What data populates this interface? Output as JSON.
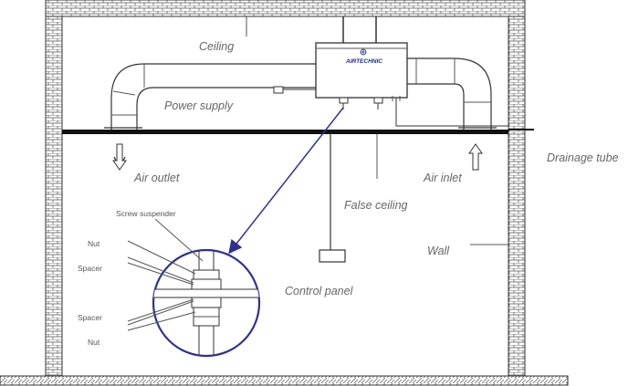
{
  "diagram": {
    "brand": "AIRTECHNIC",
    "labels": {
      "ceiling": "Ceiling",
      "power_supply": "Power supply",
      "air_outlet": "Air outlet",
      "air_inlet": "Air inlet",
      "drainage_tube": "Drainage tube",
      "false_ceiling": "False ceiling",
      "wall": "Wall",
      "control_panel": "Control panel"
    },
    "detail_labels": {
      "screw_suspender": "Screw suspender",
      "nut_top": "Nut",
      "spacer_top": "Spacer",
      "spacer_bottom": "Spacer",
      "nut_bottom": "Nut"
    },
    "colors": {
      "leader_arrow": "#2e3192",
      "detail_circle": "#2e3192",
      "brick_line": "#555555",
      "label_text": "#666666"
    }
  }
}
